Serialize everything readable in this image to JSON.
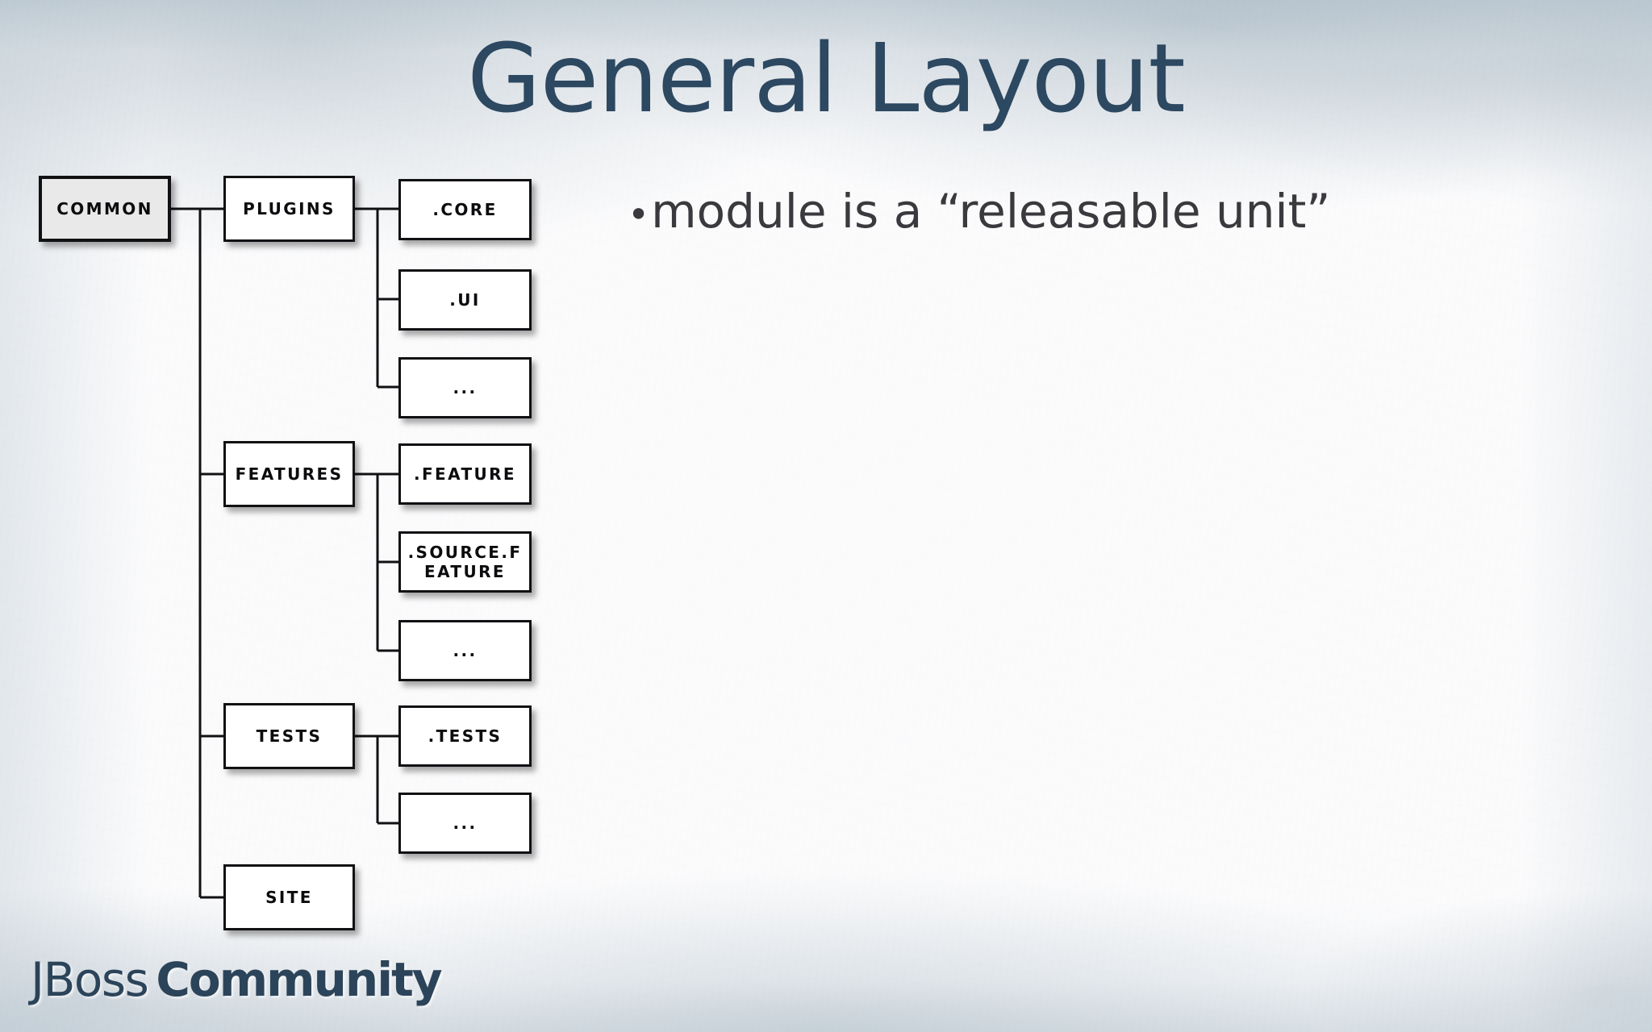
{
  "slide": {
    "title": "General Layout",
    "background_color": "#fbfbfc",
    "title_color": "#2d4861",
    "body_text_color": "#3a3a3e"
  },
  "bullets": [
    {
      "marker": "•",
      "text": "module is a “releasable unit”"
    }
  ],
  "diagram": {
    "type": "tree",
    "root": {
      "label": "COMMON",
      "fill": "#e9e9e9"
    },
    "branches": [
      {
        "label": "PLUGINS",
        "children": [
          {
            "label": ".CORE"
          },
          {
            "label": ".UI"
          },
          {
            "label": "..."
          }
        ]
      },
      {
        "label": "FEATURES",
        "children": [
          {
            "label": ".FEATURE"
          },
          {
            "label": ".SOURCE.FEATURE"
          },
          {
            "label": "..."
          }
        ]
      },
      {
        "label": "TESTS",
        "children": [
          {
            "label": ".TESTS"
          },
          {
            "label": "..."
          }
        ]
      },
      {
        "label": "SITE",
        "children": []
      }
    ]
  },
  "footer": {
    "logo_first": "JBoss",
    "logo_second": "Community",
    "logo_color": "#2c4459"
  },
  "nodes": {
    "common": "COMMON",
    "plugins": "PLUGINS",
    "features": "FEATURES",
    "tests": "TESTS",
    "site": "SITE",
    "core": ".CORE",
    "ui": ".UI",
    "plugins_more": "...",
    "feature": ".FEATURE",
    "source_feature": ".SOURCE.FEATURE",
    "features_more": "...",
    "dot_tests": ".TESTS",
    "tests_more": "..."
  }
}
